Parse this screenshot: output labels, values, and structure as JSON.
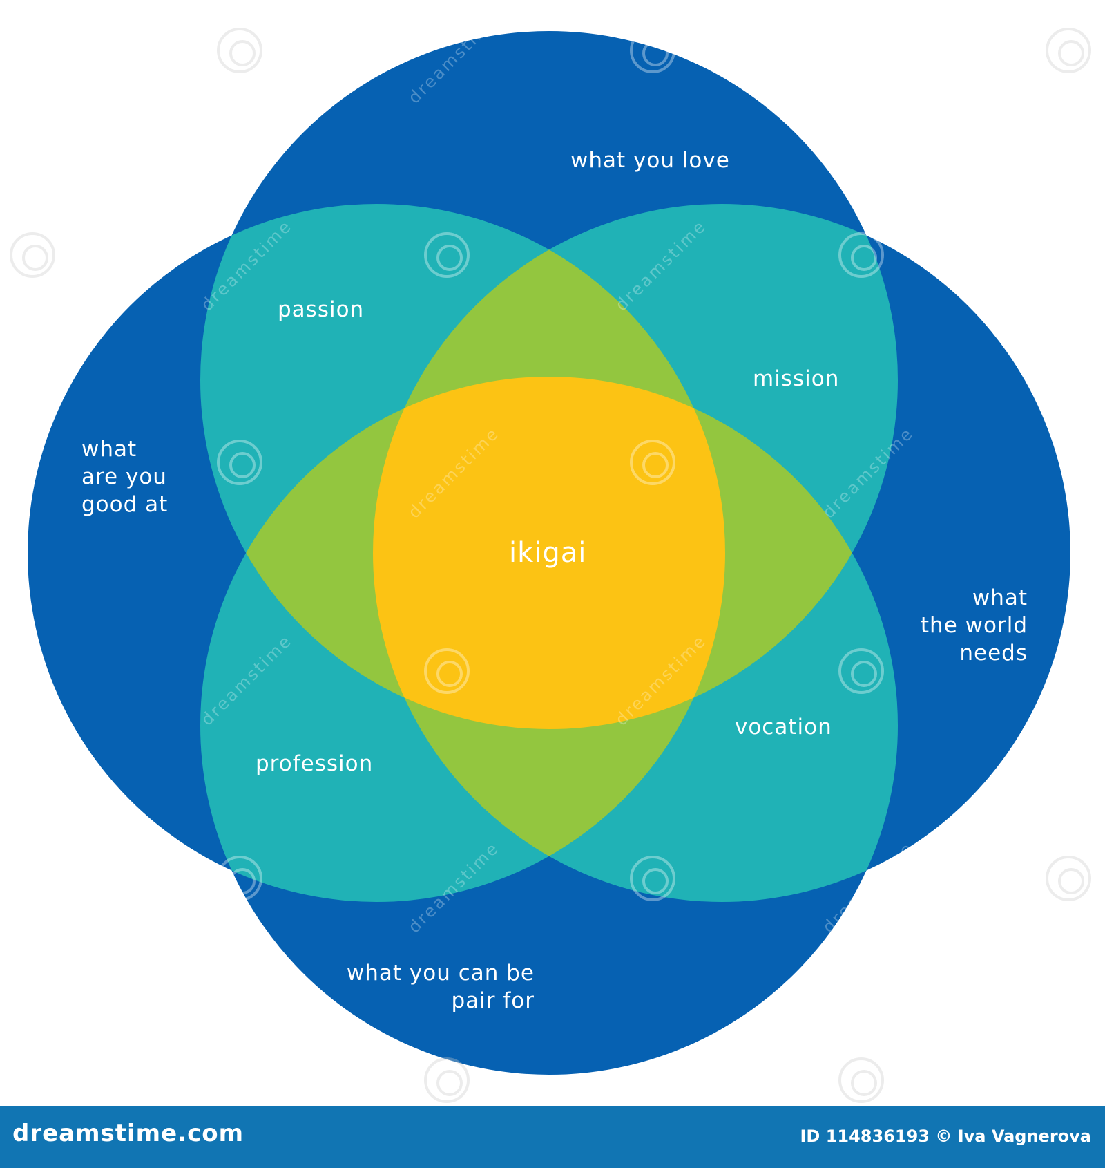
{
  "diagram": {
    "colors": {
      "outer_circles": "#0661b2",
      "petal_overlap": "#20b2b6",
      "inner_lens": "#93c63f",
      "center": "#fcc314",
      "text": "#ffffff",
      "background": "#ffffff"
    },
    "labels": {
      "top": "what you love",
      "left_line1": "what",
      "left_line2": "are you",
      "left_line3": "good at",
      "right_line1": "what",
      "right_line2": "the world",
      "right_line3": "needs",
      "bottom_line1": "what you can be",
      "bottom_line2": "pair for",
      "passion": "passion",
      "mission": "mission",
      "profession": "profession",
      "vocation": "vocation",
      "center": "ikigai"
    },
    "watermark_text": "dreamstime"
  },
  "footer": {
    "brand": "dreamstime.com",
    "credit": "ID 114836193 © Iva Vagnerova",
    "background": "#1175b3"
  }
}
